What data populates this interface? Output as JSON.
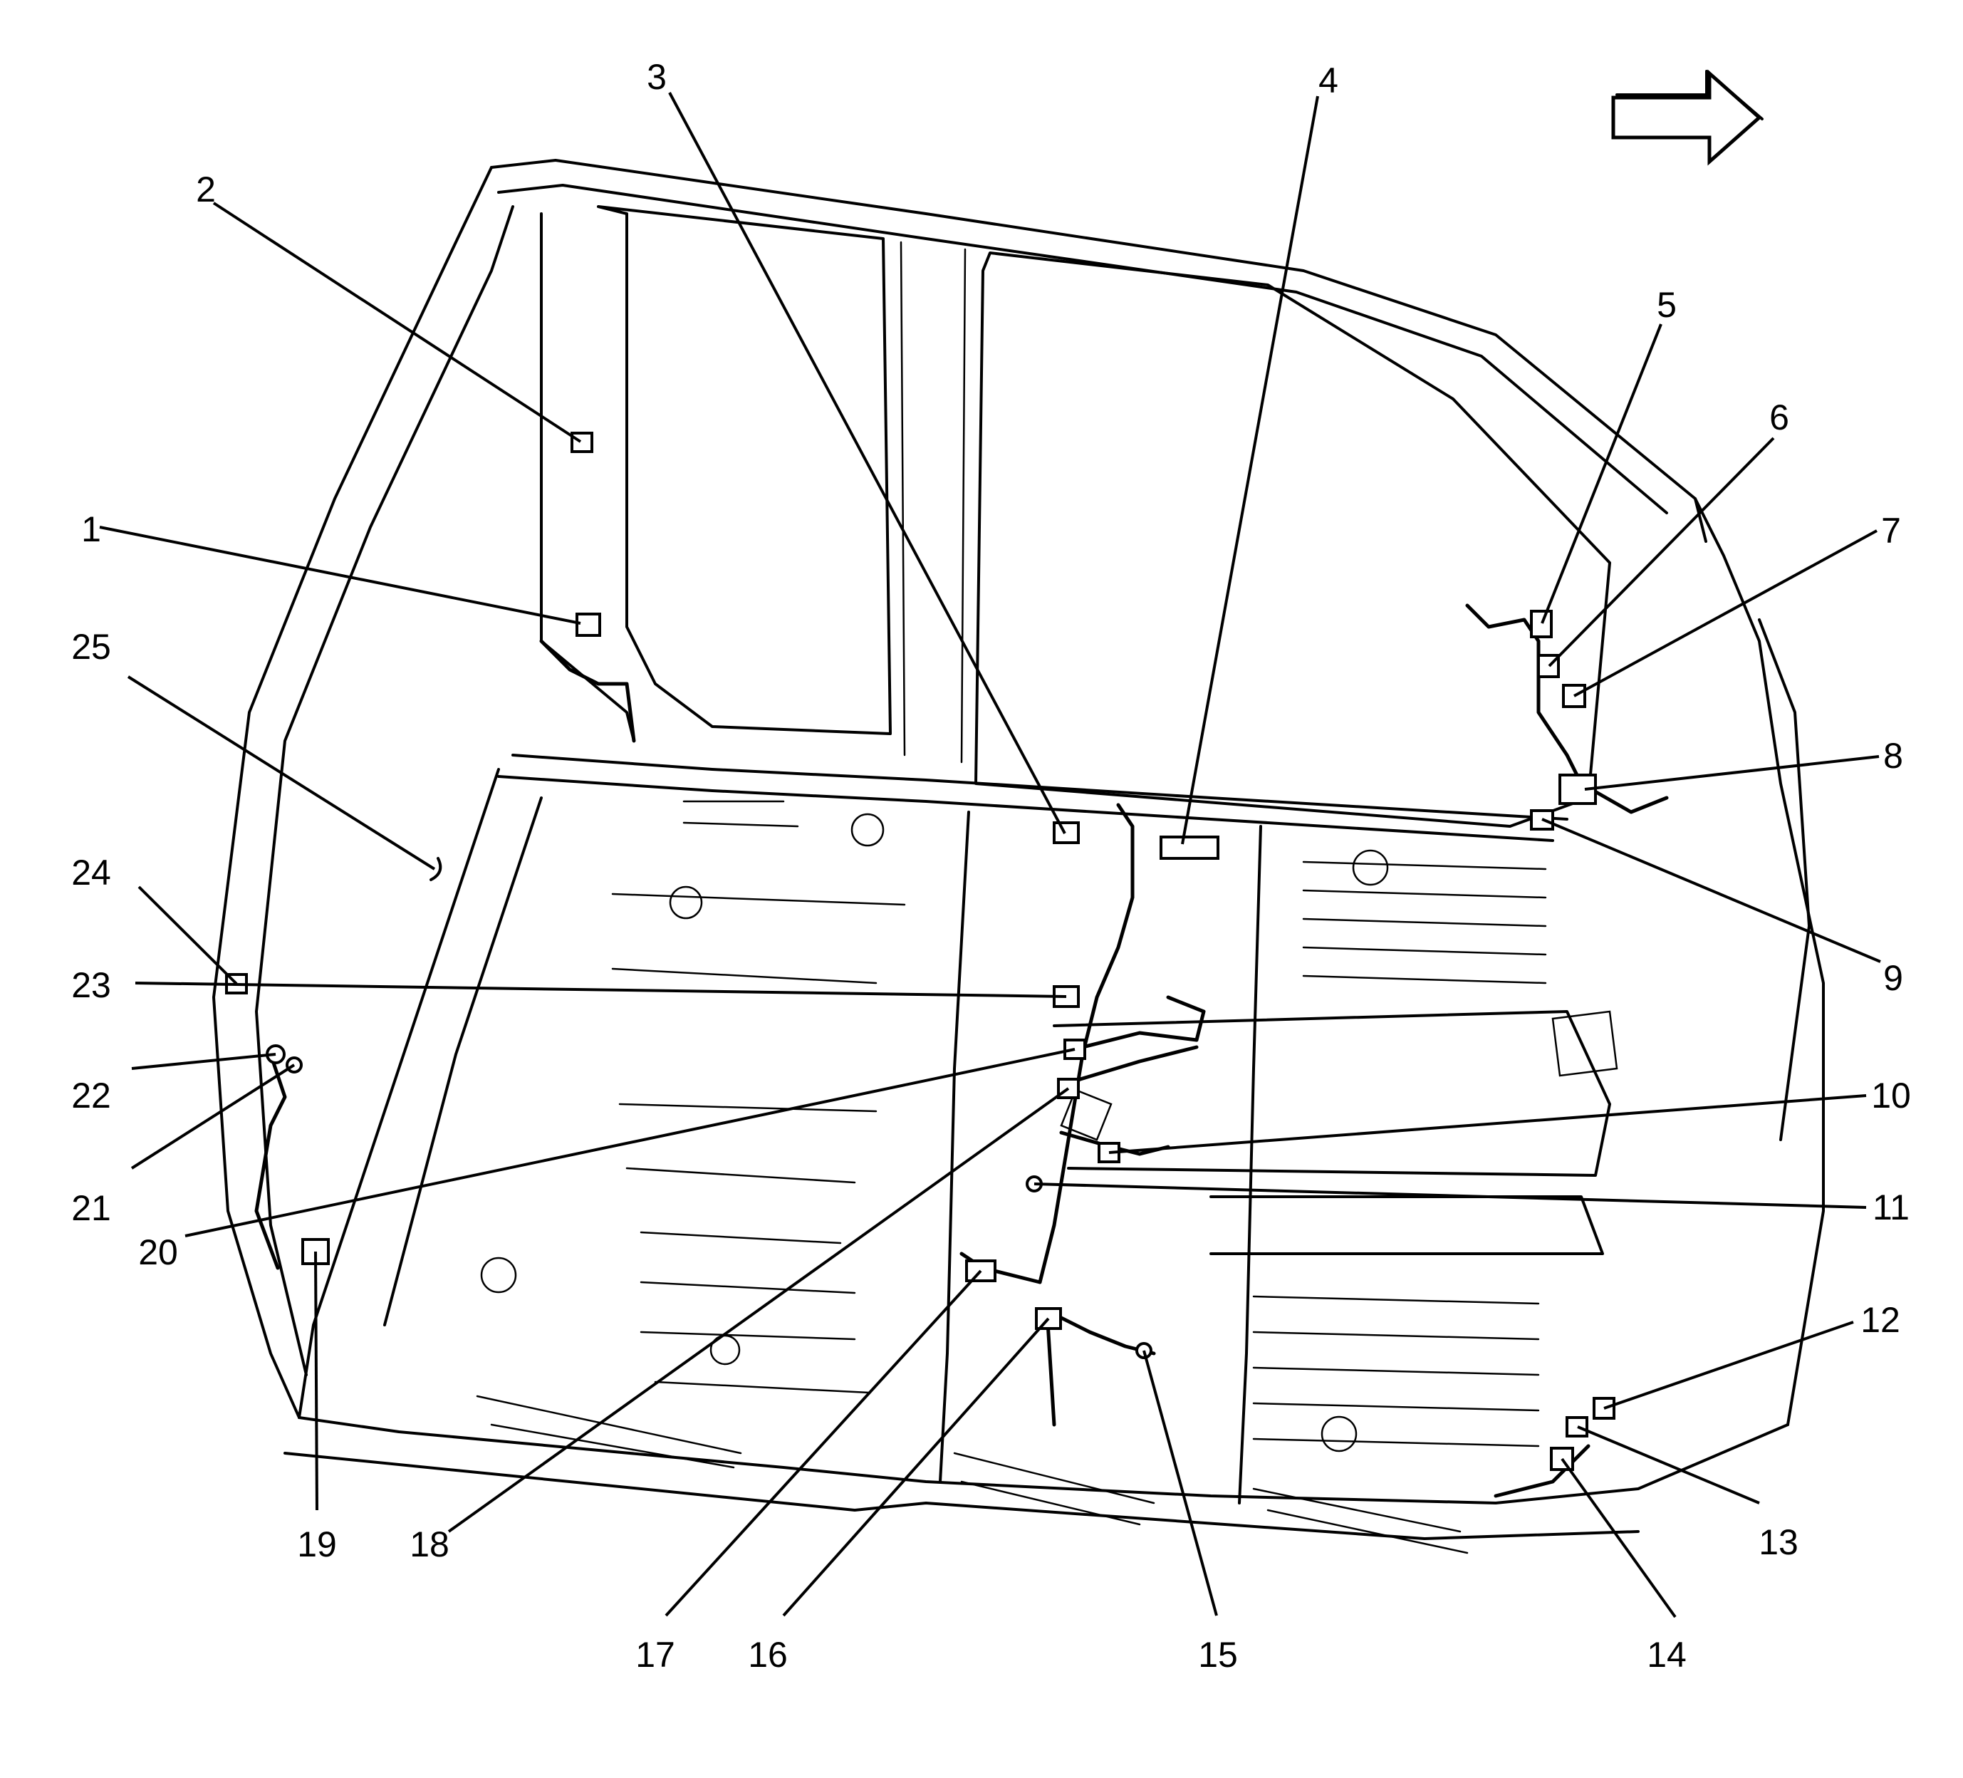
{
  "callouts": [
    "1",
    "2",
    "3",
    "4",
    "5",
    "6",
    "7",
    "8",
    "9",
    "10",
    "11",
    "12",
    "13",
    "14",
    "15",
    "16",
    "17",
    "18",
    "19",
    "20",
    "21",
    "22",
    "23",
    "24",
    "25"
  ],
  "direction_arrow": {
    "icon": "right-arrow-icon"
  }
}
